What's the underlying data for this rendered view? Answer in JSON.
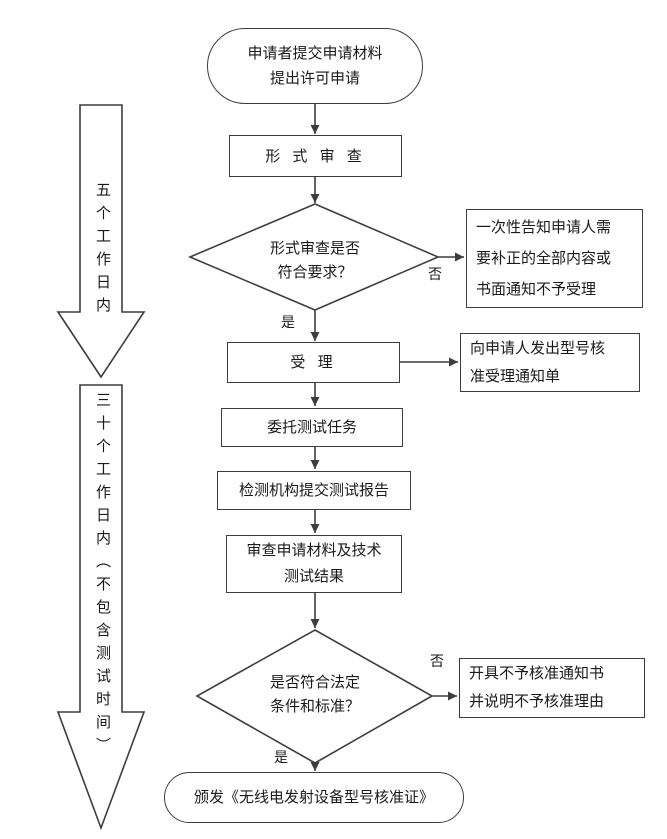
{
  "flowchart": {
    "nodes": {
      "start": {
        "lines": [
          "申请者提交申请材料",
          "提出许可申请"
        ]
      },
      "formal_review": {
        "label": "形 式 审 查"
      },
      "decision_formal": {
        "lines": [
          "形式审查是否",
          "符合要求？"
        ]
      },
      "notify_correct": {
        "lines": [
          "一次性告知申请人需",
          "要补正的全部内容或",
          "书面通知不予受理"
        ]
      },
      "accept": {
        "label": "受 理"
      },
      "accept_notice": {
        "lines": [
          "向申请人发出型号核",
          "准受理通知单"
        ]
      },
      "assign_test": {
        "label": "委托测试任务"
      },
      "test_report": {
        "label": "检测机构提交测试报告"
      },
      "review_materials": {
        "lines": [
          "审查申请材料及技术",
          "测试结果"
        ]
      },
      "decision_legal": {
        "lines": [
          "是否符合法定",
          "条件和标准？"
        ]
      },
      "reject_notice": {
        "lines": [
          "开具不予核准通知书",
          "并说明不予核准理由"
        ]
      },
      "end": {
        "label": "颁发《无线电发射设备型号核准证》"
      }
    },
    "edge_labels": {
      "no1": "否",
      "yes1": "是",
      "no2": "否",
      "yes2": "是"
    },
    "timeline": {
      "arrow1": "五个工作日内",
      "arrow2": "三十个工作日内（不包含测试时间）"
    },
    "colors": {
      "line": "#3d3d3d",
      "text": "#1a1a1a",
      "background": "#ffffff"
    }
  }
}
